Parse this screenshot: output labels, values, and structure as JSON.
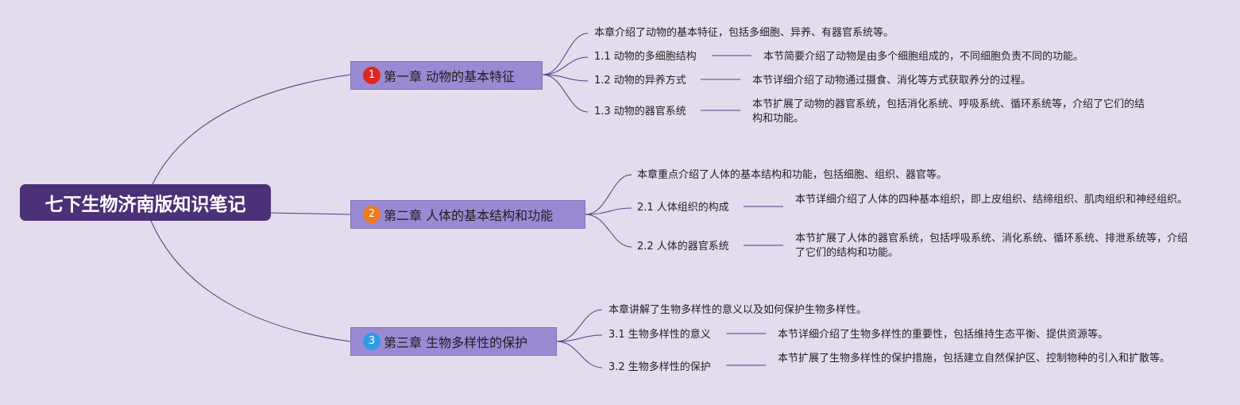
{
  "root": {
    "title": "七下生物济南版知识笔记"
  },
  "colors": {
    "background": "#e4dbed",
    "root_fill": "#4b3177",
    "chapter_fill": "#9a8ad4",
    "line": "#4d3c86",
    "badge_1": "#e0271f",
    "badge_2": "#ee7b20",
    "badge_3": "#2e9be2"
  },
  "chapters": [
    {
      "badge": "1",
      "title": "第一章 动物的基本特征",
      "intro": "本章介绍了动物的基本特征，包括多细胞、异养、有器官系统等。",
      "sections": [
        {
          "title": "1.1 动物的多细胞结构",
          "desc": "本节简要介绍了动物是由多个细胞组成的，不同细胞负责不同的功能。"
        },
        {
          "title": "1.2 动物的异养方式",
          "desc": "本节详细介绍了动物通过摄食、消化等方式获取养分的过程。"
        },
        {
          "title": "1.3 动物的器官系统",
          "desc": "本节扩展了动物的器官系统，包括消化系统、呼吸系统、循环系统等，介绍了它们的结构和功能。"
        }
      ]
    },
    {
      "badge": "2",
      "title": "第二章 人体的基本结构和功能",
      "intro": "本章重点介绍了人体的基本结构和功能，包括细胞、组织、器官等。",
      "sections": [
        {
          "title": "2.1 人体组织的构成",
          "desc": "本节详细介绍了人体的四种基本组织，即上皮组织、结缔组织、肌肉组织和神经组织。"
        },
        {
          "title": "2.2 人体的器官系统",
          "desc": "本节扩展了人体的器官系统，包括呼吸系统、消化系统、循环系统、排泄系统等，介绍了它们的结构和功能。"
        }
      ]
    },
    {
      "badge": "3",
      "title": "第三章 生物多样性的保护",
      "intro": "本章讲解了生物多样性的意义以及如何保护生物多样性。",
      "sections": [
        {
          "title": "3.1 生物多样性的意义",
          "desc": "本节详细介绍了生物多样性的重要性，包括维持生态平衡、提供资源等。"
        },
        {
          "title": "3.2 生物多样性的保护",
          "desc": "本节扩展了生物多样性的保护措施，包括建立自然保护区、控制物种的引入和扩散等。"
        }
      ]
    }
  ]
}
